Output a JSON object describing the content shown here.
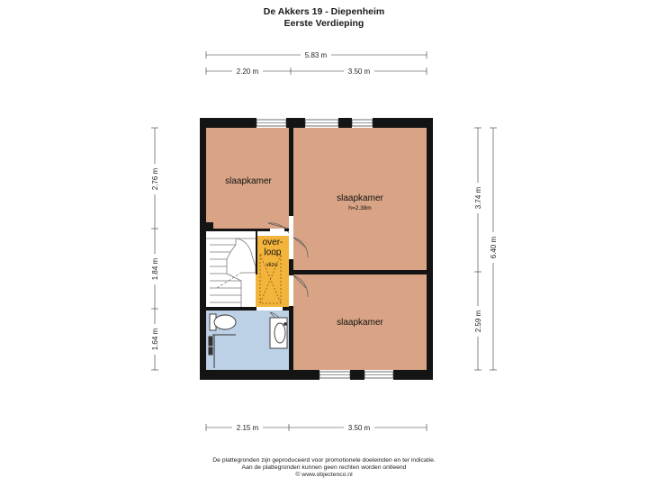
{
  "header": {
    "title": "De Akkers 19 - Diepenheim",
    "subtitle": "Eerste Verdieping"
  },
  "dimensions": {
    "top_total": "5.83 m",
    "top_left": "2.20 m",
    "top_right": "3.50 m",
    "bottom_left": "2.15 m",
    "bottom_right": "3.50 m",
    "left_upper": "2.76 m",
    "left_middle": "1.84 m",
    "left_lower": "1.64 m",
    "right_upper": "3.74 m",
    "right_lower": "2.59 m",
    "right_total": "6.40 m"
  },
  "rooms": {
    "bedroom_nw": "slaapkamer",
    "bedroom_ne": "slaapkamer",
    "bedroom_ne_height": "h=2.38m",
    "landing_line1": "over-",
    "landing_line2": "loop",
    "landing_sub": "vlizo",
    "bedroom_se": "slaapkamer"
  },
  "colors": {
    "bedroom": "#d8a485",
    "landing": "#f3b43b",
    "bathroom": "#bcd0e6",
    "stairs": "#ffffff",
    "wall": "#141414"
  },
  "footer": {
    "line1": "De plattegronden zijn geproduceerd voor promotionele doeleinden en ter indicatie.",
    "line2": "Aan de plattegronden kunnen geen rechten worden ontleend",
    "line3": "© www.objectenco.nl"
  }
}
